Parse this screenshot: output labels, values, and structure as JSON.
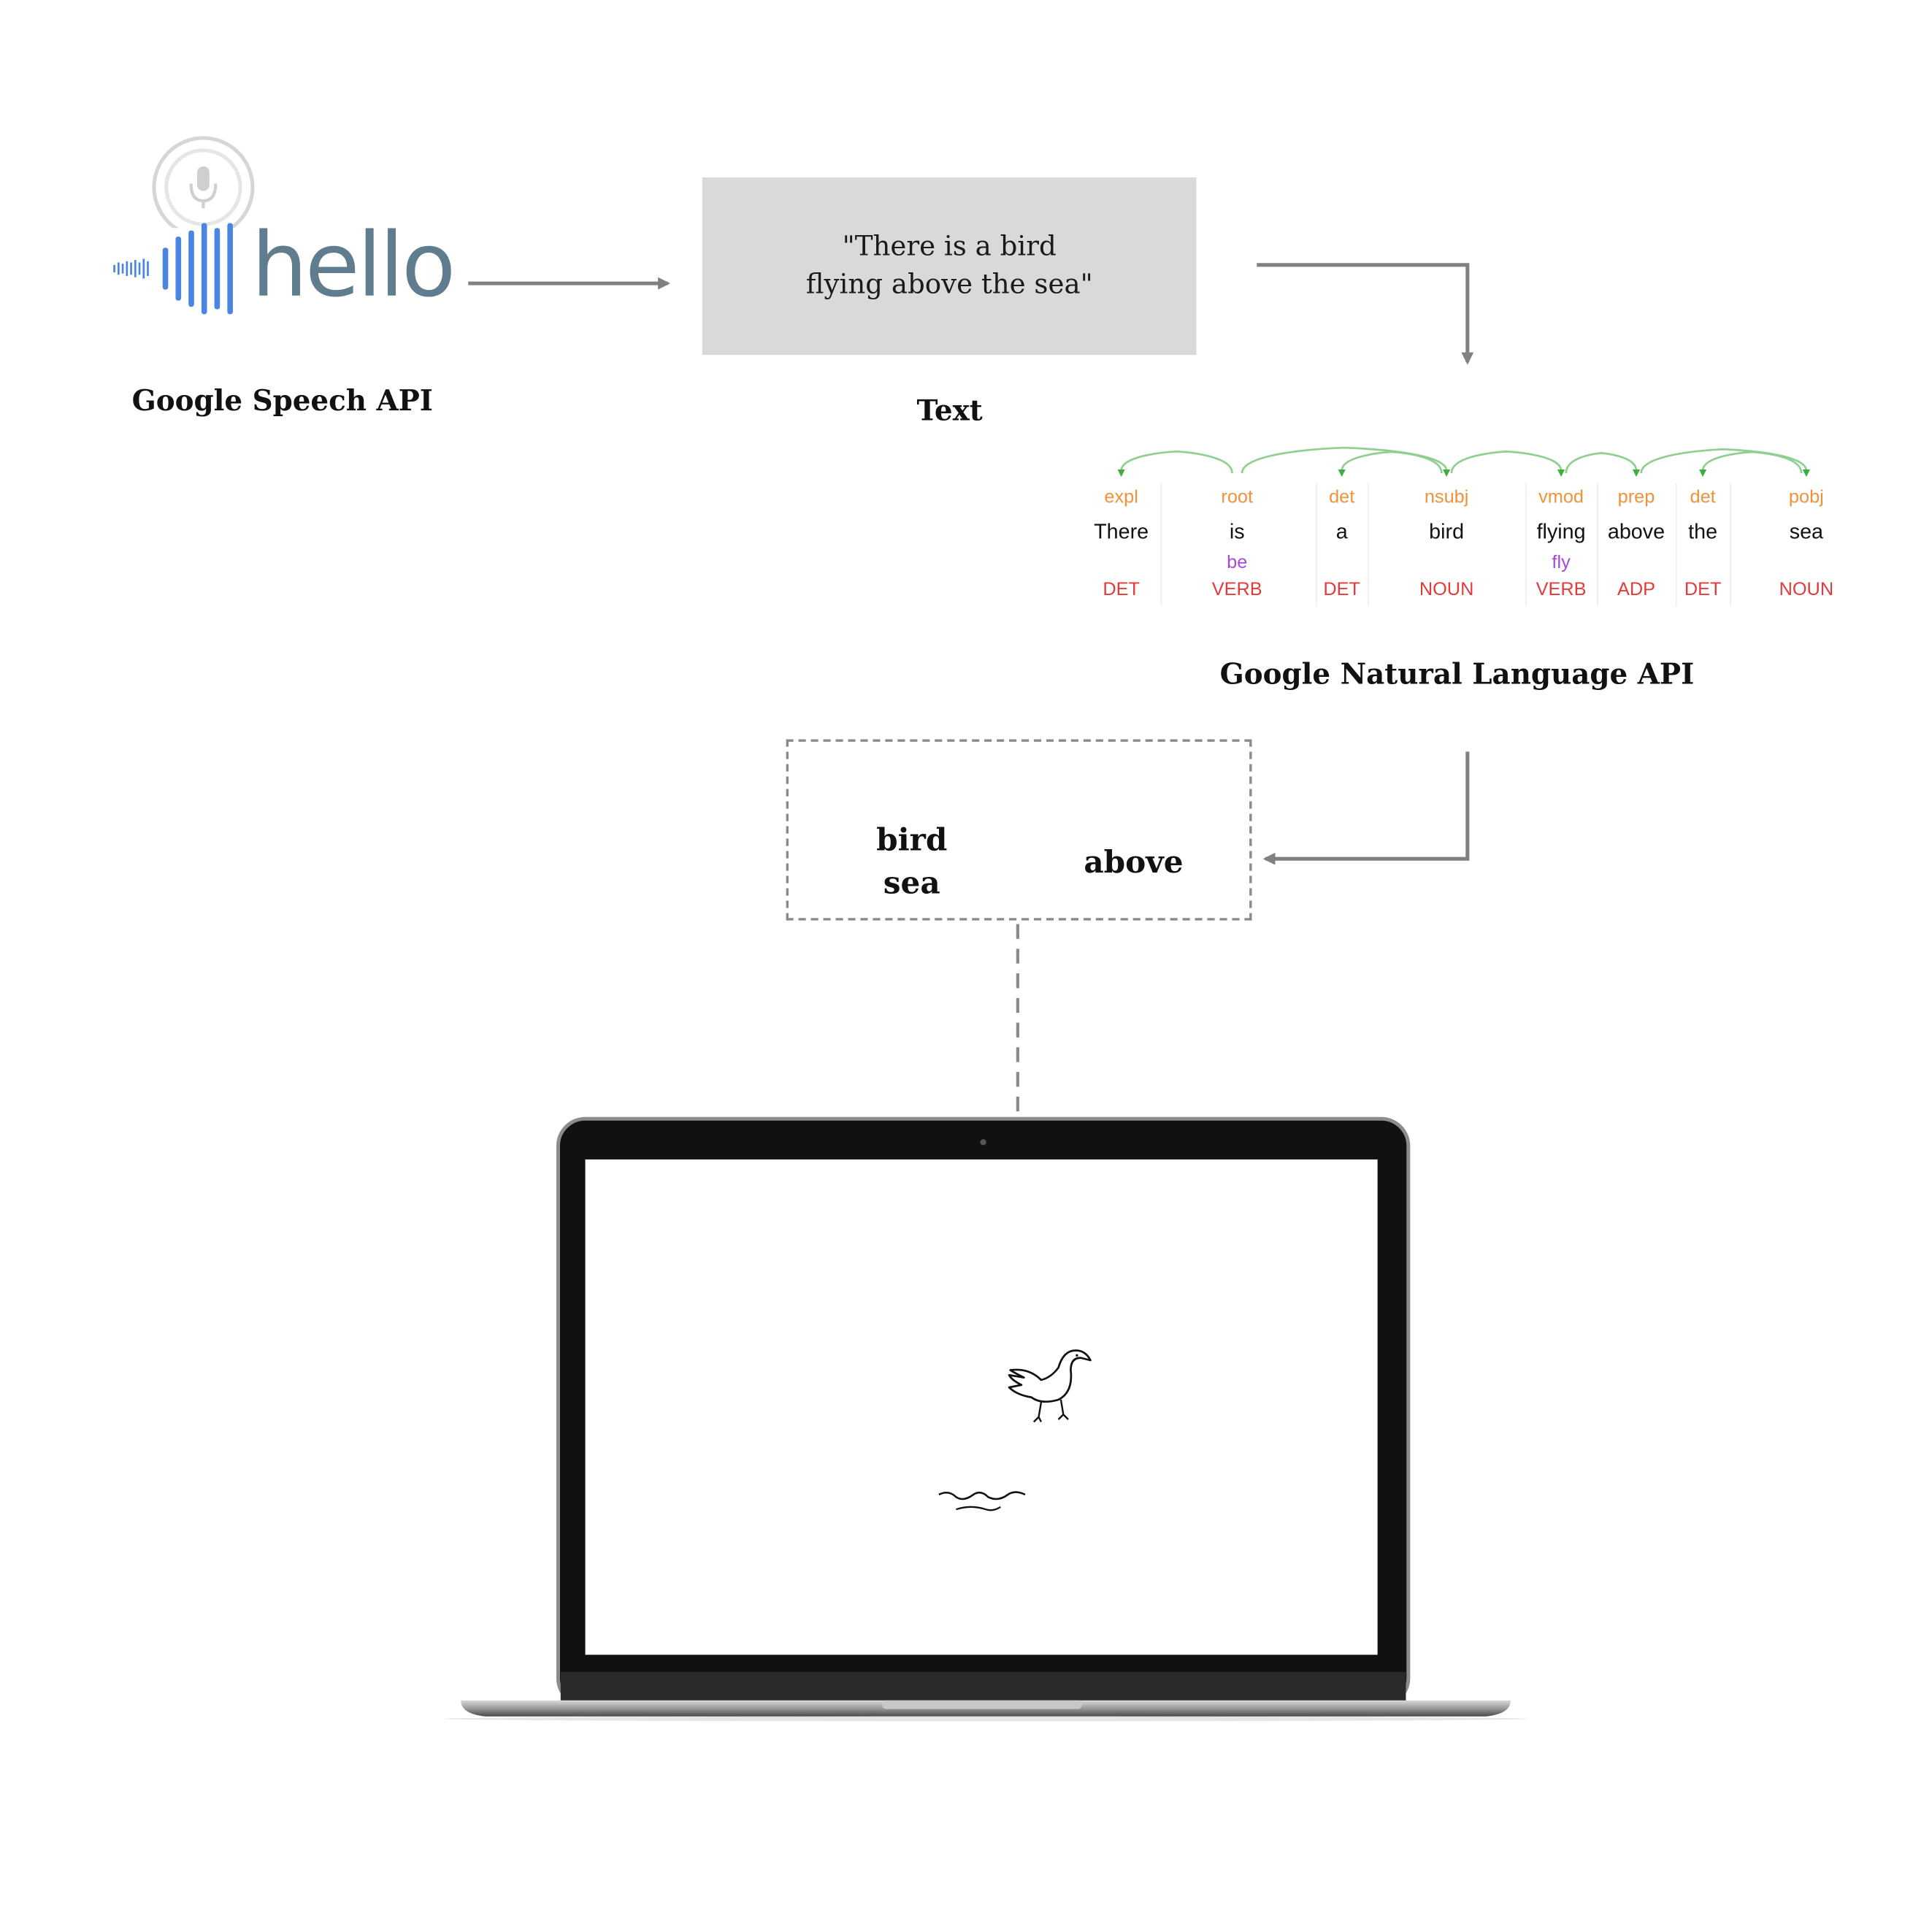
{
  "speech": {
    "logo_word": "hello",
    "caption": "Google Speech API"
  },
  "text_stage": {
    "quote_line1": "\"There is a bird",
    "quote_line2": "flying above the sea\"",
    "caption": "Text"
  },
  "nlp": {
    "caption": "Google Natural Language API",
    "tokens": [
      {
        "rel": "expl",
        "word": "There",
        "lemma": "",
        "pos": "DET"
      },
      {
        "rel": "root",
        "word": "is",
        "lemma": "be",
        "pos": "VERB"
      },
      {
        "rel": "det",
        "word": "a",
        "lemma": "",
        "pos": "DET"
      },
      {
        "rel": "nsubj",
        "word": "bird",
        "lemma": "",
        "pos": "NOUN"
      },
      {
        "rel": "vmod",
        "word": "flying",
        "lemma": "fly",
        "pos": "VERB"
      },
      {
        "rel": "prep",
        "word": "above",
        "lemma": "",
        "pos": "ADP"
      },
      {
        "rel": "det",
        "word": "the",
        "lemma": "",
        "pos": "DET"
      },
      {
        "rel": "pobj",
        "word": "sea",
        "lemma": "",
        "pos": "NOUN"
      }
    ],
    "arcs": [
      {
        "from": 1,
        "to": 0
      },
      {
        "from": 1,
        "to": 3
      },
      {
        "from": 3,
        "to": 2
      },
      {
        "from": 3,
        "to": 4
      },
      {
        "from": 4,
        "to": 5
      },
      {
        "from": 5,
        "to": 7
      },
      {
        "from": 7,
        "to": 6
      }
    ]
  },
  "keywords": {
    "nouns": [
      "bird",
      "sea"
    ],
    "relation": "above"
  },
  "colors": {
    "arrow": "#808080",
    "arc": "#8fcf8f",
    "arc_head": "#3fae3f",
    "relation_label": "#f0923a",
    "pos_label": "#e23b3b",
    "lemma_label": "#a64bd8",
    "wave_blue": "#4a86e0",
    "hello_gray": "#5f7d8e",
    "text_box": "#d9d9d9"
  }
}
